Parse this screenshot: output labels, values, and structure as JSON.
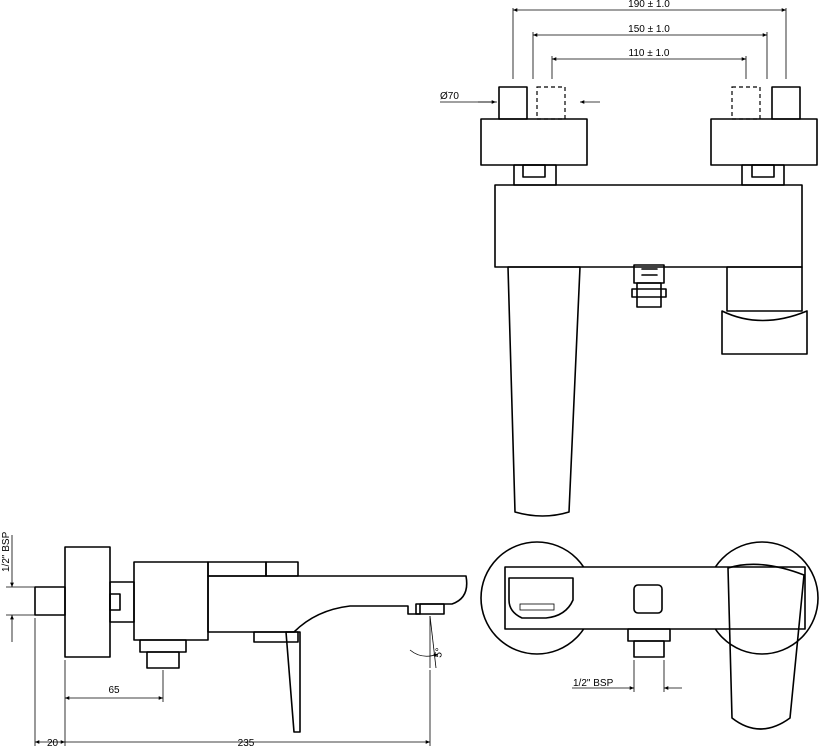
{
  "dimensions": {
    "d190": "190 ± 1.0",
    "d150": "150 ± 1.0",
    "d110": "110 ± 1.0",
    "diameter": "Ø70",
    "bsp_side": "1/2\" BSP",
    "bsp_bottom": "1/2\" BSP",
    "d65": "65",
    "d20": "20",
    "d235": "235",
    "angle": "5°"
  }
}
